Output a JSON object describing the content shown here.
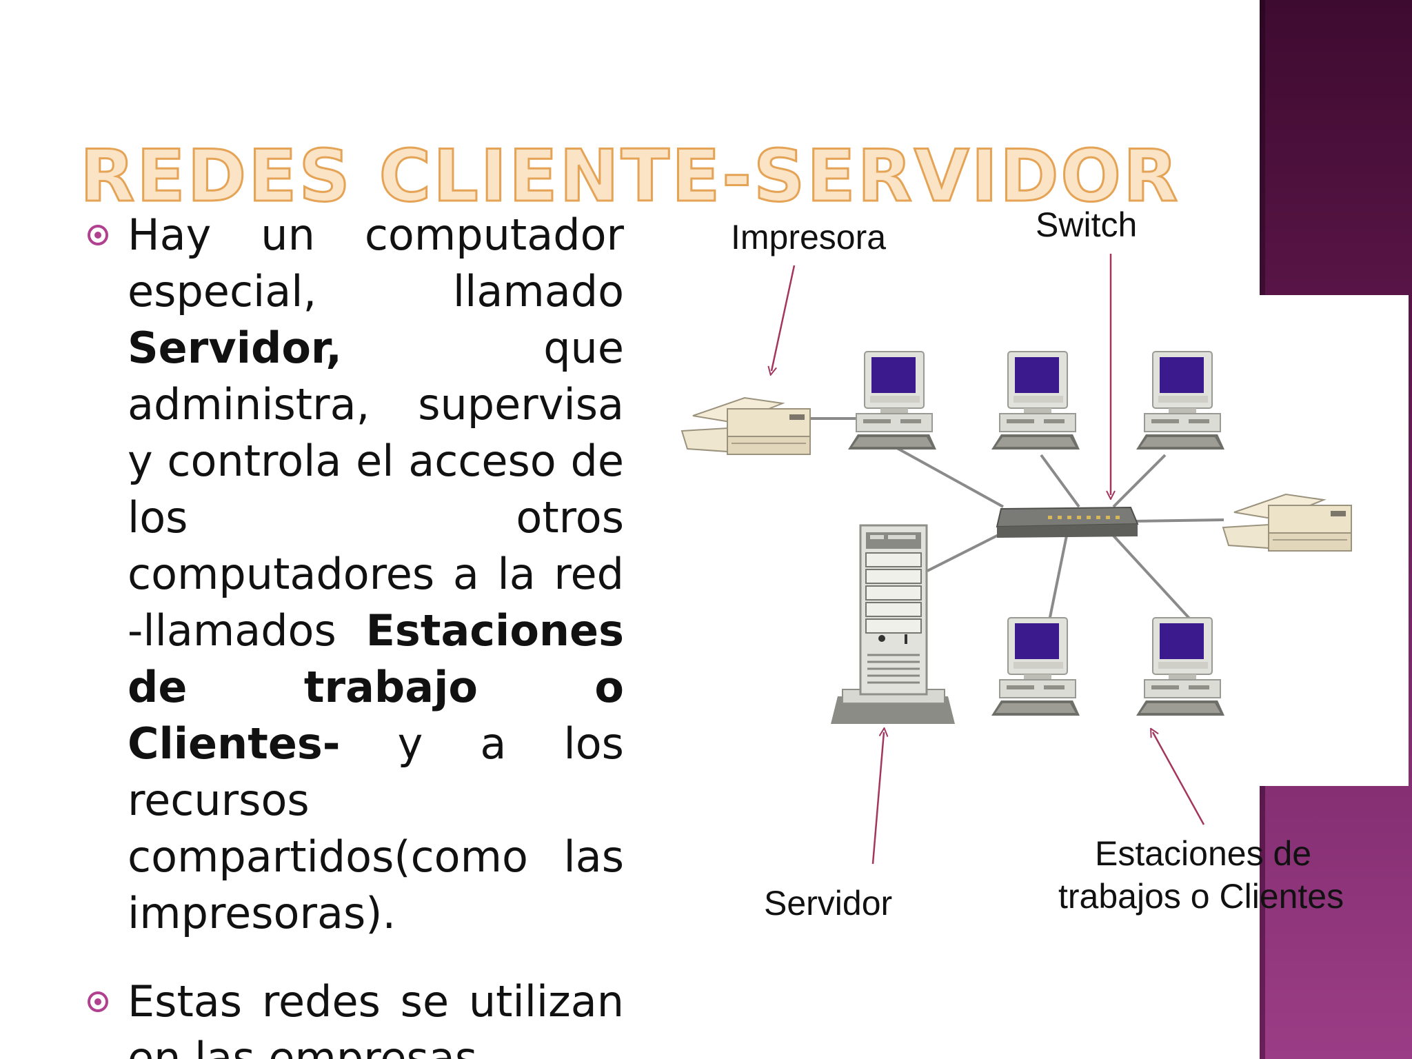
{
  "title": "REDES CLIENTE-SERVIDOR",
  "bullets": [
    {
      "segments": [
        {
          "text": "Hay un computador especial, llamado ",
          "bold": false
        },
        {
          "text": "Servidor,",
          "bold": true
        },
        {
          "text": " que administra, supervisa y controla el acceso de los otros computadores a la red -llamados ",
          "bold": false
        },
        {
          "text": "Estaciones de trabajo o Clientes-",
          "bold": true
        },
        {
          "text": " y a los recursos compartidos(como las impresoras).",
          "bold": false
        }
      ]
    },
    {
      "segments": [
        {
          "text": "Estas redes se utilizan en las empresas.",
          "bold": false
        }
      ]
    }
  ],
  "diagram": {
    "labels": {
      "printer": "Impresora",
      "switch": "Switch",
      "server": "Servidor",
      "clients_line1": "Estaciones de",
      "clients_line2": "trabajos o Clientes"
    },
    "colors": {
      "arrow": "#a2365e",
      "monitor_screen": "#3a1a8c",
      "device_body": "#e2e2dc",
      "printer_body": "#ede3c9",
      "cable": "#8a8a8a"
    }
  },
  "theme": {
    "bullet_color": "#b1408f",
    "title_fill": "#fbe3c6",
    "title_stroke": "#e5a356",
    "sidebar_color": "#6a1f5a"
  }
}
